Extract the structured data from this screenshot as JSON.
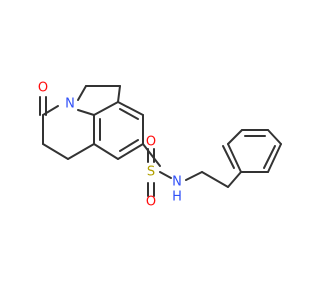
{
  "molecule": {
    "atom_labels": {
      "oxygen_carbonyl": "O",
      "nitrogen_ring": "N",
      "sulfur": "S",
      "oxygen_sulfonyl_top": "O",
      "oxygen_sulfonyl_bottom": "O",
      "nitrogen_amide": "N",
      "hydrogen_amide": "H"
    },
    "colors": {
      "bond": "#333333",
      "oxygen": "#ff0d0d",
      "nitrogen": "#3050f8",
      "sulfur": "#b2a000"
    }
  }
}
